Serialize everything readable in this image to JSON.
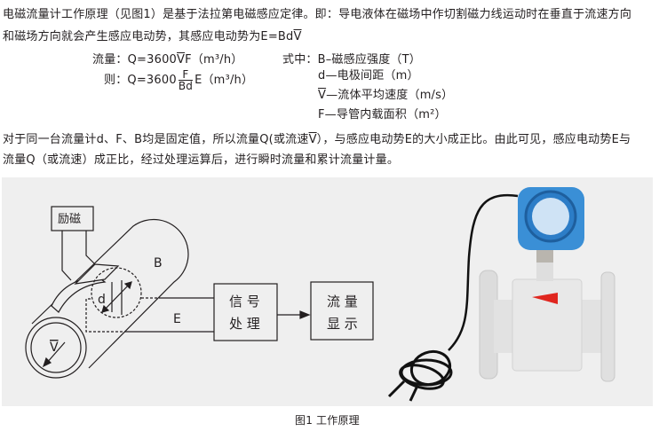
{
  "paragraph1": {
    "line1": "电磁流量计工作原理（见图1）是基于法拉第电磁感应定律。即：导电液体在磁场中作切割磁力线运动时在垂直于流速方向",
    "line2_prefix": "和磁场方向就会产生感应电动势，其感应电动势为E=Bd",
    "line2_overline": "V"
  },
  "formulas": {
    "flow_label": "流量：Q=3600",
    "flow_overline": "V",
    "flow_suffix": "F（m³/h）",
    "then_label": "则：Q=3600",
    "frac_num": "F",
    "frac_den": "Bd",
    "then_suffix": "E（m³/h）"
  },
  "legend": {
    "intro": "式中：B–磁感应强度（T）",
    "d": "d—电极间距（m）",
    "v_overline": "V",
    "v": "—流体平均速度（m/s）",
    "f": "F—导管内载面积（m²）"
  },
  "paragraph2": {
    "line1_prefix": "对于同一台流量计d、F、B均是固定值，所以流量Q(或流速",
    "line1_overline": "V",
    "line1_suffix": "），与感应电动势E的大小成正比。由此可见，感应电动势E与",
    "line2": "流量Q（或流速）成正比，经过处理运算后，进行瞬时流量和累计流量计量。"
  },
  "diagram": {
    "excitation": "励磁",
    "b": "B",
    "d": "d",
    "e": "E",
    "v": "V",
    "signal_line1": "信 号",
    "signal_line2": "处 理",
    "display_line1": "流 量",
    "display_line2": "显 示"
  },
  "caption": "图1  工作原理",
  "colors": {
    "panel": "#efefef",
    "meter_head": "#3a8fd6",
    "arrow": "#e0261f"
  }
}
